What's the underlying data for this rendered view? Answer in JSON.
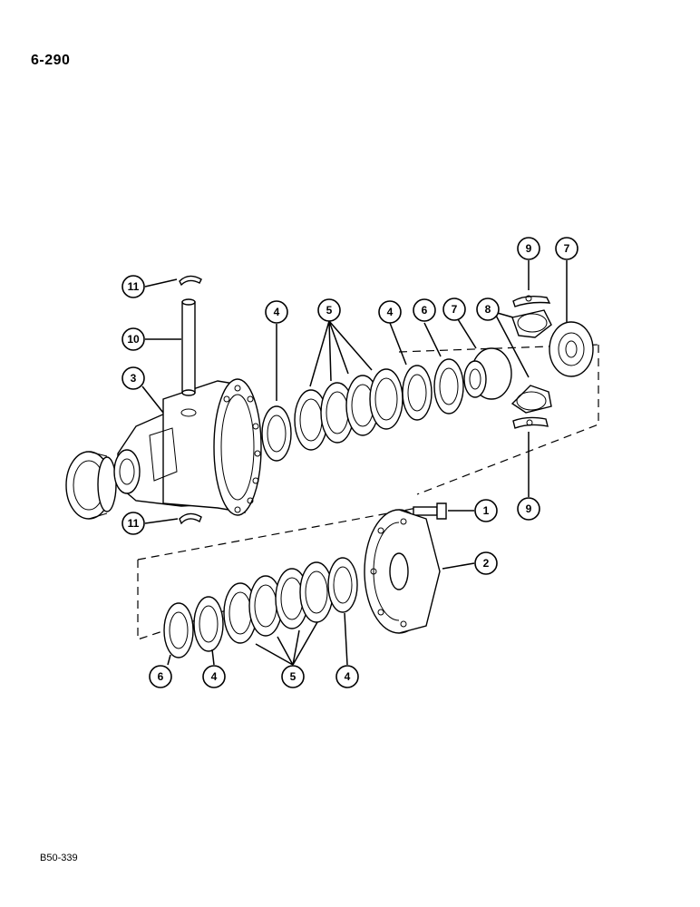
{
  "page_number": "6-290",
  "drawing_code": "B50-339",
  "callouts": [
    {
      "label": "11"
    },
    {
      "label": "10"
    },
    {
      "label": "3"
    },
    {
      "label": "11"
    },
    {
      "label": "4"
    },
    {
      "label": "5"
    },
    {
      "label": "4"
    },
    {
      "label": "6"
    },
    {
      "label": "7"
    },
    {
      "label": "8"
    },
    {
      "label": "9"
    },
    {
      "label": "7"
    },
    {
      "label": "9"
    },
    {
      "label": "1"
    },
    {
      "label": "2"
    },
    {
      "label": "6"
    },
    {
      "label": "4"
    },
    {
      "label": "5"
    },
    {
      "label": "4"
    }
  ]
}
